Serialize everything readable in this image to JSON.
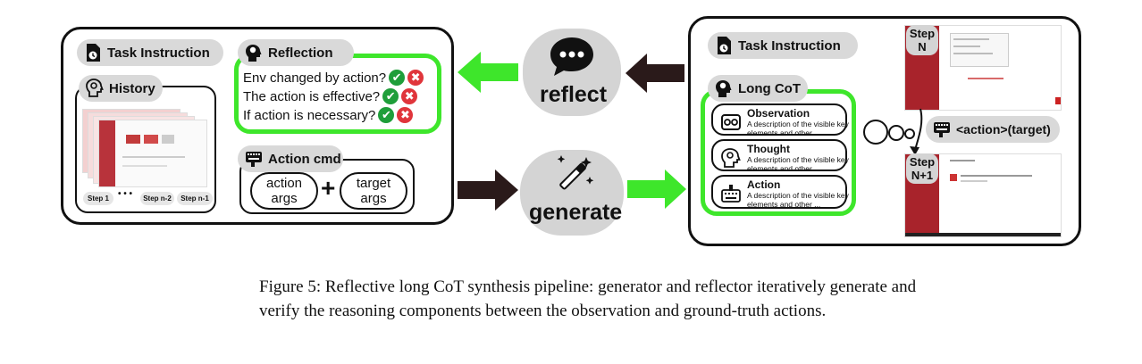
{
  "left_panel": {
    "task_instruction": "Task Instruction",
    "history": "History",
    "steps": [
      "Step 1",
      "• • •",
      "Step n-2",
      "Step n-1"
    ],
    "reflection": {
      "title": "Reflection",
      "questions": [
        "Env changed by action?",
        "The action is effective?",
        "If action is necessary?"
      ],
      "check": "✔",
      "cross": "✖"
    },
    "action_cmd": {
      "title": "Action cmd",
      "action_args": [
        "action",
        "args"
      ],
      "plus": "+",
      "target_args": [
        "target",
        "args"
      ]
    }
  },
  "center": {
    "reflect_label": "reflect",
    "generate_label": "generate"
  },
  "right_panel": {
    "task_instruction": "Task Instruction",
    "long_cot": "Long CoT",
    "items": [
      {
        "title": "Observation",
        "desc": "A description of the visible key elements and other ..."
      },
      {
        "title": "Thought",
        "desc": "A description of the visible key elements and other ..."
      },
      {
        "title": "Action",
        "desc": "A description of the visible key elements and other ..."
      }
    ],
    "step_n": [
      "Step",
      "N"
    ],
    "step_n1": [
      "Step",
      "N+1"
    ],
    "action_target": "<action>(target)"
  },
  "caption": {
    "line1": "Figure 5: Reflective long CoT synthesis pipeline: generator and reflector iteratively generate and",
    "line2": "verify the reasoning components between the observation and ground-truth actions."
  },
  "colors": {
    "green": "#3ee62b",
    "dark_arrow": "#2a1a1a",
    "pill_gray": "#d9d9d9",
    "accent_red": "#b22222"
  }
}
